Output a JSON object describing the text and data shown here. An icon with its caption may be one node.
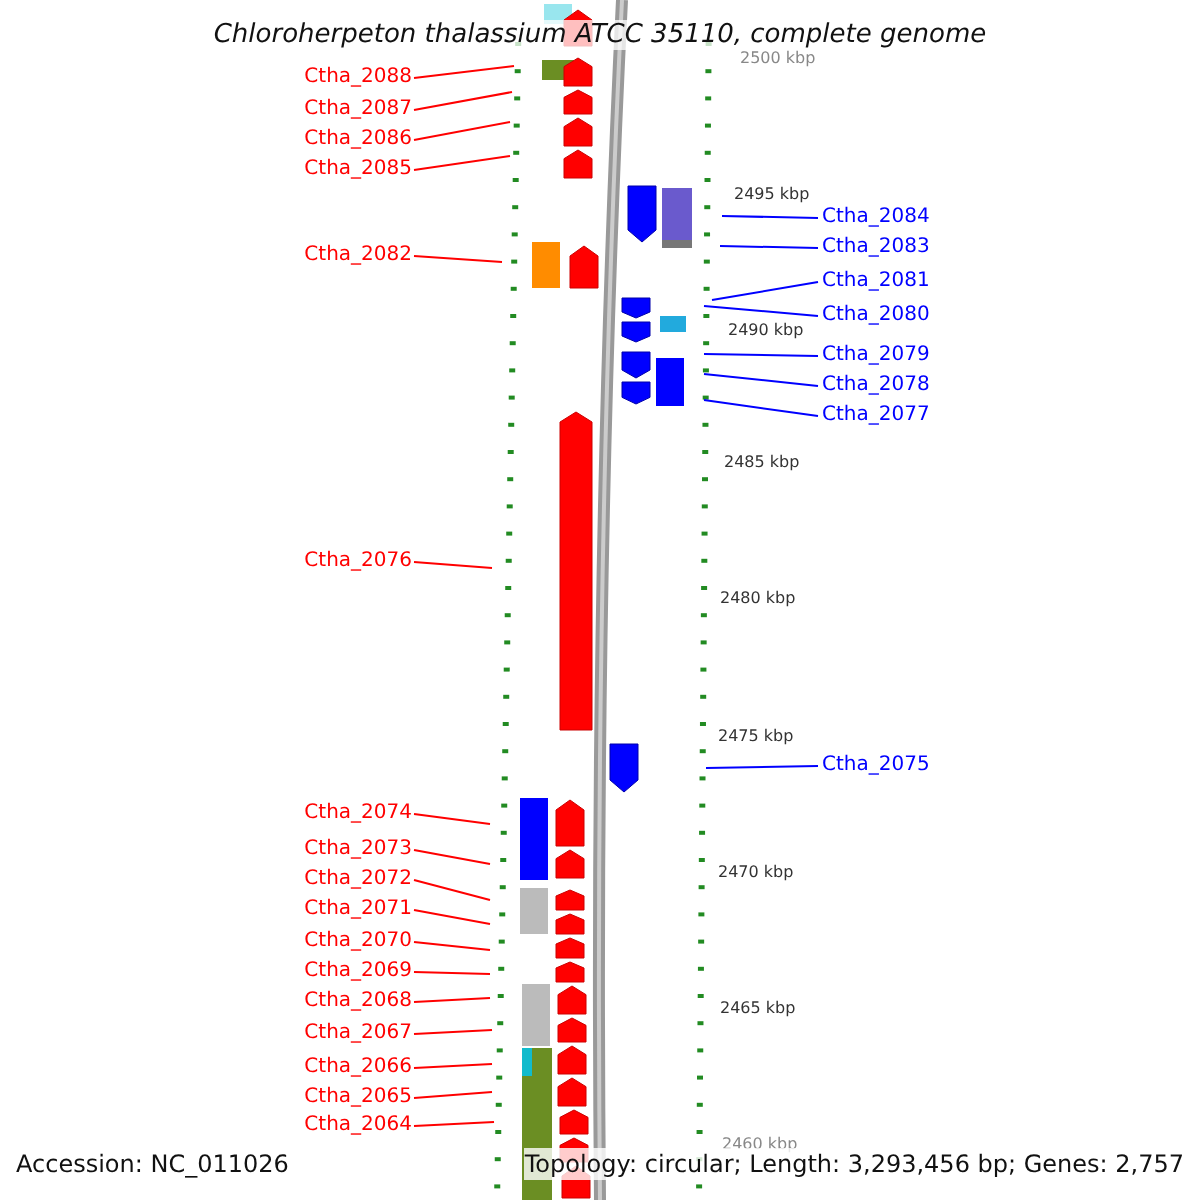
{
  "diagram": {
    "title": "Chloroherpeton thalassium ATCC 35110, complete genome",
    "nodes": [
      {
        "text": [
          "Ctha_2088"
        ]
      },
      {
        "text": [
          "Ctha_2087"
        ]
      },
      {
        "text": [
          "Ctha_2086"
        ]
      },
      {
        "text": [
          "Ctha_2085"
        ]
      },
      {
        "text": [
          "Ctha_2084"
        ]
      },
      {
        "text": [
          "Ctha_2083"
        ]
      },
      {
        "text": [
          "Ctha_2082"
        ]
      },
      {
        "text": [
          "Ctha_2081"
        ]
      },
      {
        "text": [
          "Ctha_2080"
        ]
      },
      {
        "text": [
          "Ctha_2079"
        ]
      },
      {
        "text": [
          "Ctha_2078"
        ]
      },
      {
        "text": [
          "Ctha_2077"
        ]
      },
      {
        "text": [
          "Ctha_2076"
        ]
      },
      {
        "text": [
          "Ctha_2075"
        ]
      },
      {
        "text": [
          "Ctha_2074"
        ]
      },
      {
        "text": [
          "Ctha_2073"
        ]
      },
      {
        "text": [
          "Ctha_2072"
        ]
      },
      {
        "text": [
          "Ctha_2071"
        ]
      },
      {
        "text": [
          "Ctha_2070"
        ]
      },
      {
        "text": [
          "Ctha_2069"
        ]
      },
      {
        "text": [
          "Ctha_2068"
        ]
      },
      {
        "text": [
          "Ctha_2067"
        ]
      },
      {
        "text": [
          "Ctha_2066"
        ]
      },
      {
        "text": [
          "Ctha_2065"
        ]
      },
      {
        "text": [
          "Ctha_2064"
        ]
      }
    ],
    "edges": [
      {
        "from": 0,
        "to": null,
        "arrow": "none"
      },
      {
        "from": 1,
        "to": null,
        "arrow": "none"
      },
      {
        "from": 2,
        "to": null,
        "arrow": "none"
      },
      {
        "from": 3,
        "to": null,
        "arrow": "none"
      },
      {
        "from": 4,
        "to": null,
        "arrow": "none",
        "color": "#0000ff"
      },
      {
        "from": 5,
        "to": null,
        "arrow": "none",
        "color": "#0000ff"
      },
      {
        "from": 6,
        "to": null,
        "arrow": "none"
      },
      {
        "from": 7,
        "to": null,
        "arrow": "none",
        "color": "#0000ff"
      },
      {
        "from": 8,
        "to": null,
        "arrow": "none",
        "color": "#0000ff"
      },
      {
        "from": 9,
        "to": null,
        "arrow": "none",
        "color": "#0000ff"
      },
      {
        "from": 10,
        "to": null,
        "arrow": "none",
        "color": "#0000ff"
      },
      {
        "from": 11,
        "to": null,
        "arrow": "none",
        "color": "#0000ff"
      },
      {
        "from": 12,
        "to": null,
        "arrow": "none"
      },
      {
        "from": 13,
        "to": null,
        "arrow": "none",
        "color": "#0000ff"
      },
      {
        "from": 14,
        "to": null,
        "arrow": "none"
      },
      {
        "from": 15,
        "to": null,
        "arrow": "none"
      },
      {
        "from": 16,
        "to": null,
        "arrow": "none"
      },
      {
        "from": 17,
        "to": null,
        "arrow": "none"
      },
      {
        "from": 18,
        "to": null,
        "arrow": "none"
      },
      {
        "from": 19,
        "to": null,
        "arrow": "none"
      },
      {
        "from": 20,
        "to": null,
        "arrow": "none"
      },
      {
        "from": 21,
        "to": null,
        "arrow": "none"
      },
      {
        "from": 22,
        "to": null,
        "arrow": "none"
      },
      {
        "from": 23,
        "to": null,
        "arrow": "none"
      },
      {
        "from": 24,
        "to": null,
        "arrow": "none"
      }
    ],
    "labels": [
      "2500 kbp",
      "2495 kbp",
      "2490 kbp",
      "2485 kbp",
      "2480 kbp",
      "2475 kbp",
      "2470 kbp",
      "2465 kbp",
      "2460 kbp",
      "Accession: NC_011026",
      "Topology: circular; Length: 3,293,456 bp; Genes: 2,757"
    ]
  }
}
